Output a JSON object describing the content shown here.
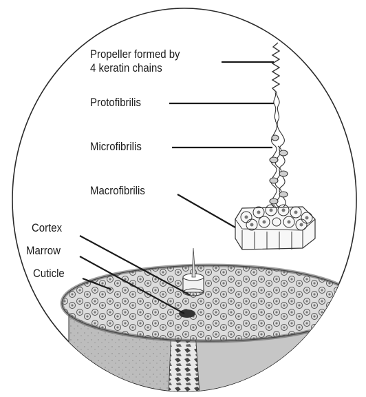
{
  "labels": {
    "propeller_line1": "Propeller formed by",
    "propeller_line2": "4 keratin chains",
    "protofibrilis": "Protofibrilis",
    "microfibrilis": "Microfibrilis",
    "macrofibrilis": "Macrofibrilis",
    "cortex": "Cortex",
    "marrow": "Marrow",
    "cuticle": "Cuticle"
  },
  "colors": {
    "ink": "#1a1a1a",
    "outline": "#333333",
    "shade": "#9a9a9a",
    "background": "#ffffff"
  }
}
